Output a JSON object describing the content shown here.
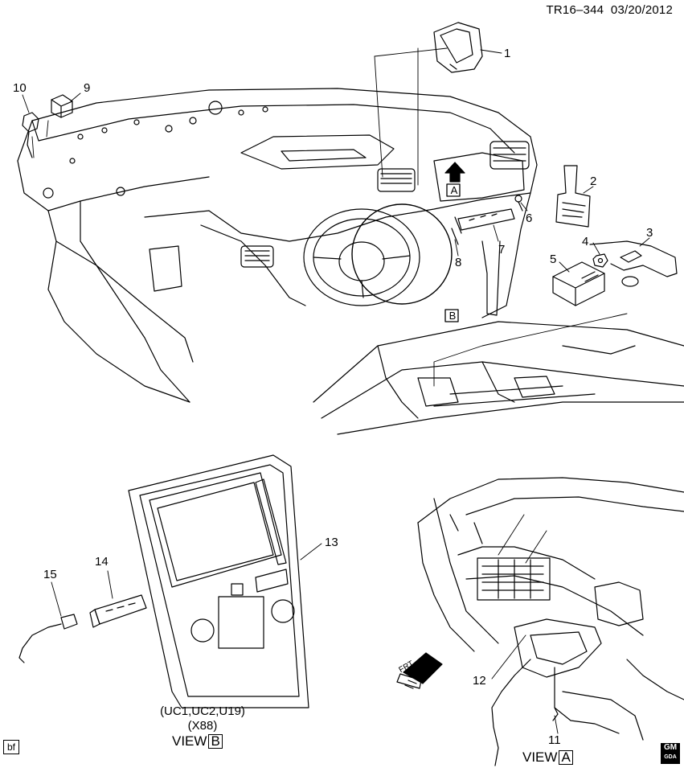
{
  "header": {
    "drawing_id": "TR16–344",
    "date": "03/20/2012"
  },
  "callouts": {
    "c1": "1",
    "c2": "2",
    "c3": "3",
    "c4": "4",
    "c5": "5",
    "c6": "6",
    "c7": "7",
    "c8": "8",
    "c9": "9",
    "c10": "10",
    "c11": "11",
    "c12": "12",
    "c13": "13",
    "c14": "14",
    "c15": "15"
  },
  "view_markers": {
    "a": "A",
    "b": "B"
  },
  "view_b": {
    "options": "(UC1,UC2,U19)",
    "option2": "(X88)",
    "label": "VIEW",
    "letter": "B"
  },
  "view_a": {
    "label": "VIEW",
    "letter": "A"
  },
  "front_arrow": "FRT",
  "footer": {
    "tag": "bf",
    "logo_line1": "GM",
    "logo_line2": "GDA"
  }
}
